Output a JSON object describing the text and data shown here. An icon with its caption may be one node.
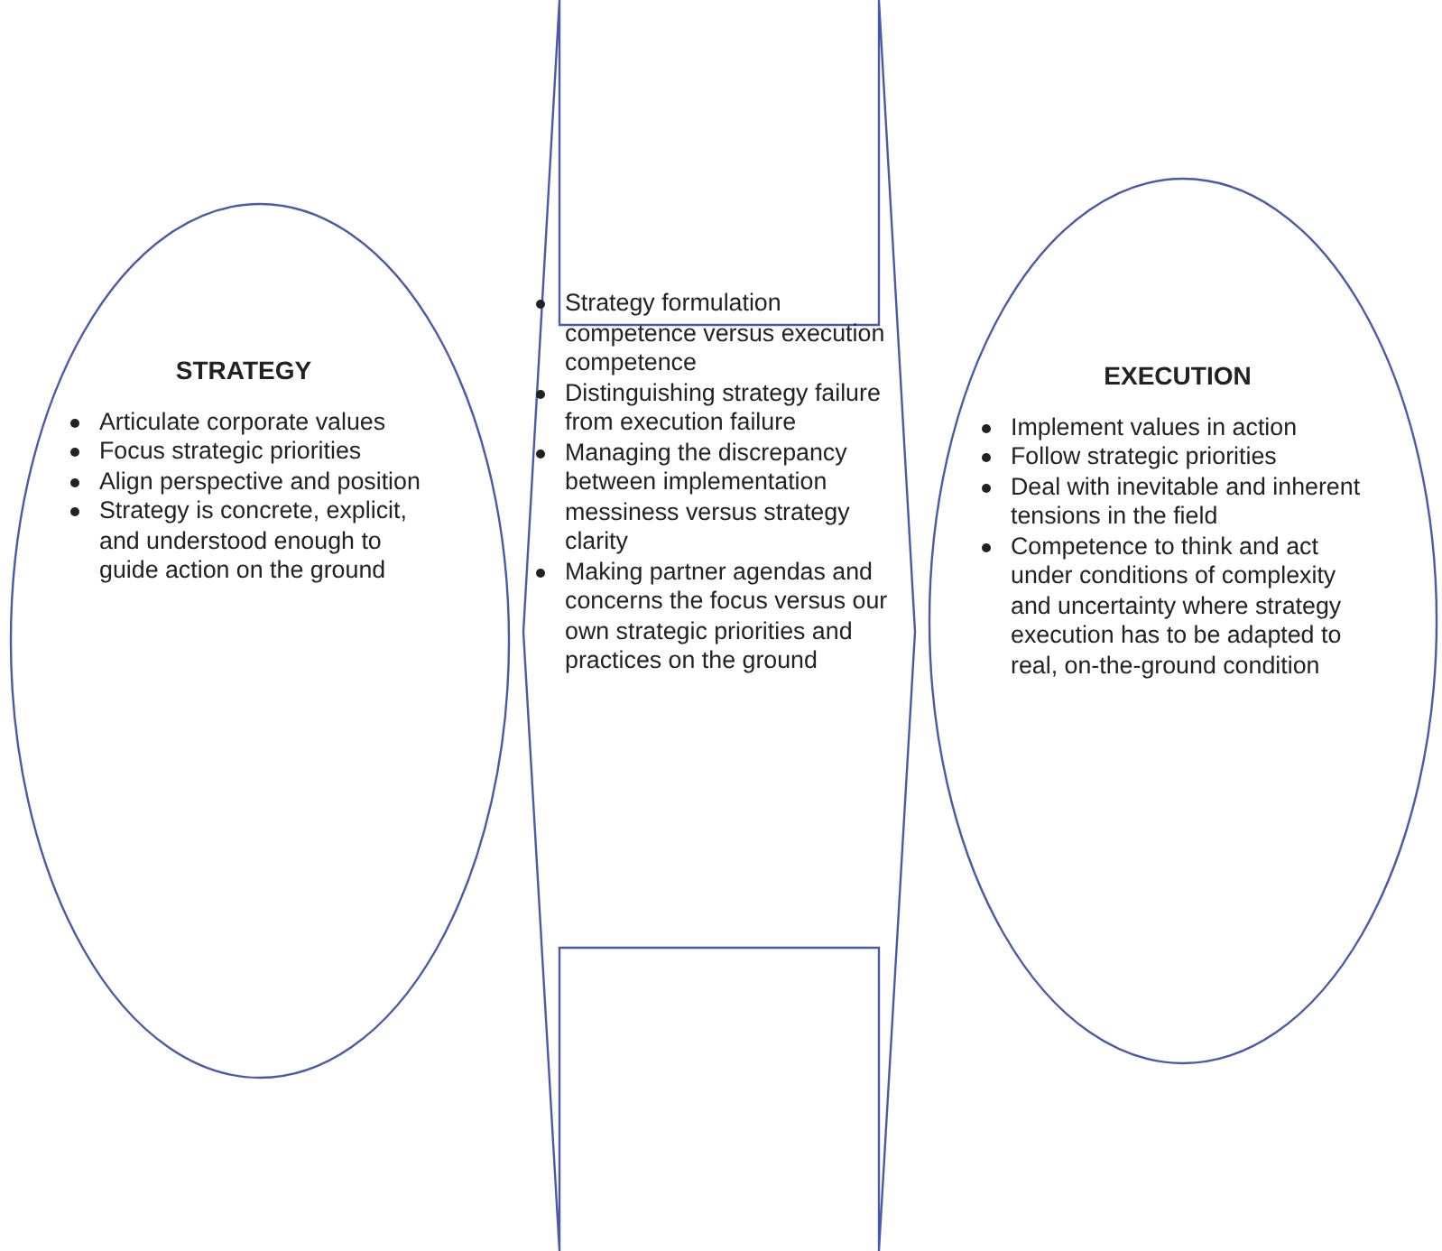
{
  "diagram": {
    "nodes": [
      {
        "text": [
          "STRATEGY",
          "Articulate corporate values",
          "Focus strategic priorities",
          "Align perspective and position",
          "Strategy is concrete, explicit, and understood enough to guide action on the ground"
        ]
      },
      {
        "text": [
          "Strategy formulation competence versus execution competence",
          "Distinguishing strategy failure from execution failure",
          "Managing the discrepancy between implementation messiness versus strategy clarity",
          "Making partner agendas and concerns the focus versus our own strategic priorities and practices on the ground"
        ]
      },
      {
        "text": [
          "EXECUTION",
          "Implement values in action",
          "Follow strategic priorities",
          "Deal with inevitable and inherent tensions in the field",
          "Competence to think and act under conditions of complexity and uncertainty where strategy execution has to be adapted to real, on-the-ground condition"
        ]
      }
    ]
  }
}
